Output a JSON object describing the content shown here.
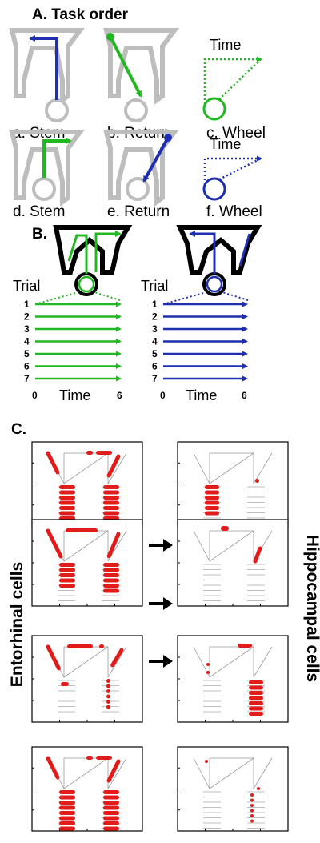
{
  "panel_a": {
    "title": "A. Task order",
    "captions": [
      "a. Stem",
      "b. Return",
      "c. Wheel",
      "d. Stem",
      "e. Return",
      "f. Wheel"
    ],
    "time_label": "Time",
    "colors": {
      "maze": "#bdbdbd",
      "green": "#22b822",
      "blue": "#1f2fb0"
    }
  },
  "panel_b": {
    "title": "B.",
    "trial_label": "Trial",
    "trials": [
      "1",
      "2",
      "3",
      "4",
      "5",
      "6",
      "7"
    ],
    "time_label": "Time",
    "time_start": "0",
    "time_end": "6"
  },
  "panel_c": {
    "title": "C.",
    "left_label": "Entorhinal cells",
    "right_label": "Hippocampal cells",
    "spike_color": "#e21b1b"
  }
}
